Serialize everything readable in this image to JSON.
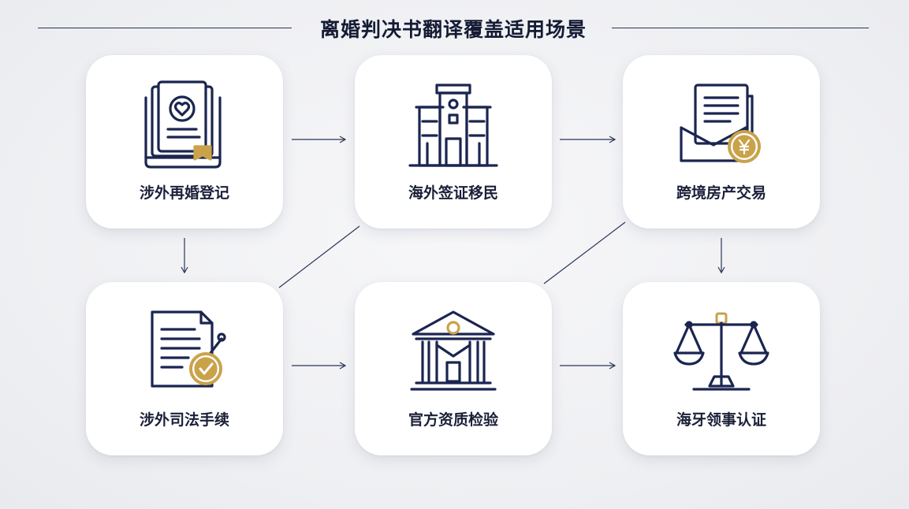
{
  "title": "离婚判决书翻译覆盖适用场景",
  "colors": {
    "navy": "#1b2550",
    "gold": "#c9a24a",
    "background": "#eff0f2"
  },
  "cards": [
    {
      "label": "涉外再婚登记",
      "icon": "marriage-certificate-book-icon"
    },
    {
      "label": "海外签证移民",
      "icon": "government-building-icon"
    },
    {
      "label": "跨境房产交易",
      "icon": "document-envelope-yuan-icon"
    },
    {
      "label": "涉外司法手续",
      "icon": "document-checkmark-seal-icon"
    },
    {
      "label": "官方资质检验",
      "icon": "official-institution-building-icon"
    },
    {
      "label": "海牙领事认证",
      "icon": "scales-of-justice-icon"
    }
  ]
}
